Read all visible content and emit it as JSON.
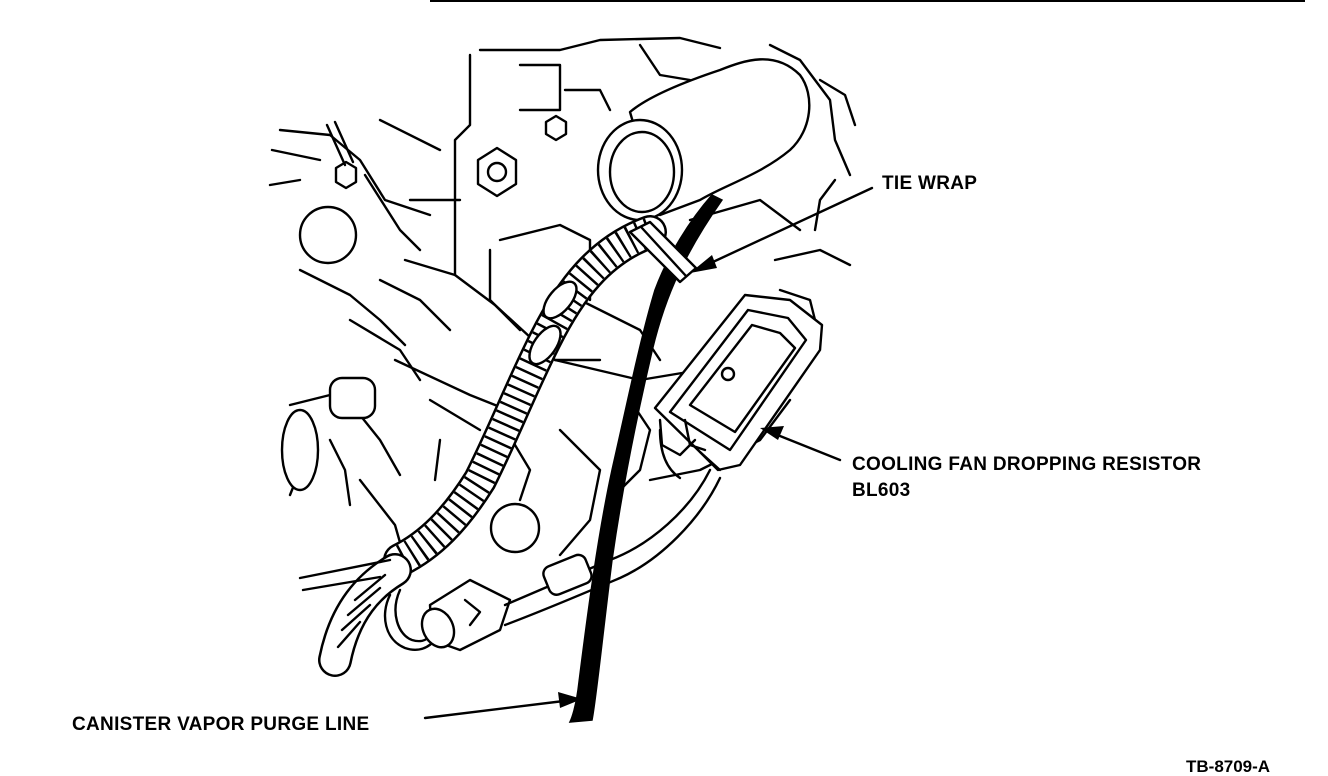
{
  "labels": {
    "tie_wrap": "TIE WRAP",
    "resistor_line1": "COOLING FAN DROPPING RESISTOR",
    "resistor_line2": "BL603",
    "purge_line": "CANISTER VAPOR PURGE LINE"
  },
  "figure_code": "TB-8709-A",
  "colors": {
    "ink": "#000000",
    "paper": "#ffffff"
  }
}
